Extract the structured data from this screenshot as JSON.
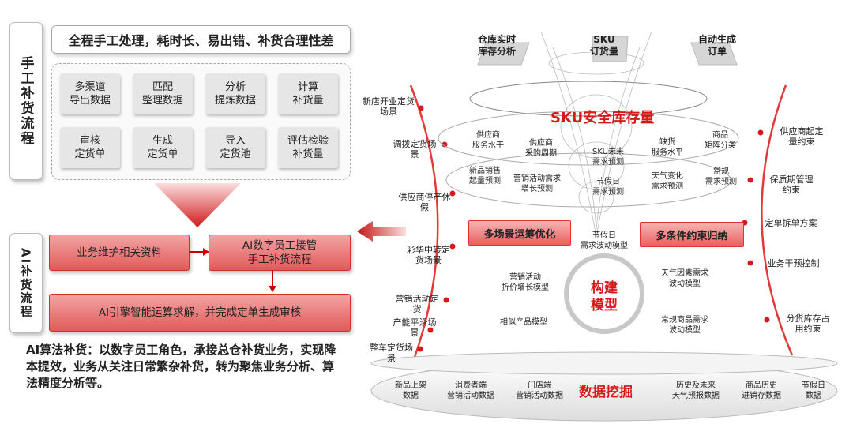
{
  "left": {
    "manual_label": "手工补货流程",
    "problem_bar": "全程手工处理，耗时长、易出错、补货合理性差",
    "cells": [
      "多渠道\n导出数据",
      "匹配\n整理数据",
      "分析\n提炼数据",
      "计算\n补货量",
      "审核\n定货单",
      "生成\n定货单",
      "导入\n定货池",
      "评估检验\n补货量"
    ],
    "ai_label": "AI补货流程",
    "box_maintain": "业务维护相关资料",
    "box_digital": "AI数字员工接管\n手工补货流程",
    "box_engine": "AI引擎智能运算求解，并完成定单生成审核",
    "note": "AI算法补货：以数字员工角色，承接总仓补货业务，实现降本提效，业务从关注日常繁杂补货，转为聚焦业务分析、算法精度分析等。"
  },
  "right": {
    "top_heads": [
      "仓库实时\n库存分析",
      "SKU\n订货量",
      "自动生成\n订单"
    ],
    "sku_title": "SKU安全库存量",
    "sku_items": [
      "供应商\n服务水平",
      "供应商\n采购周期",
      "SKU未来\n需求预测",
      "缺货\n服务水平",
      "商品\n矩阵分类",
      "新品销售\n起量预测",
      "营销活动需求\n增长预测",
      "节假日\n需求预测",
      "天气变化\n需求预测",
      "常规\n需求预测"
    ],
    "left_scenarios": [
      "新店开业定货\n场景",
      "调拨定货场\n景",
      "供应商停产休\n假",
      "彩华中转定\n货场景",
      "营销活动定\n货",
      "产能平滑场\n景",
      "整车定货场\n景"
    ],
    "right_constraints": [
      "供应商起定\n量约束",
      "保质期管理\n约束",
      "定单拆单方案",
      "业务干预控制",
      "分货库存占\n用约束"
    ],
    "pill_left": "多场景运筹优化",
    "pill_right": "多条件约束归纳",
    "model_title": "构建\n模型",
    "models": [
      "节假日\n需求波动模型",
      "营销活动\n折价增长模型",
      "天气因素需求\n波动模型",
      "相似产品模型",
      "常规商品需求\n波动模型"
    ],
    "mining_title": "数据挖掘",
    "data_items": [
      "新品上架\n数据",
      "消费者端\n营销活动数据",
      "门店端\n营销活动数据",
      "历史及未来\n天气预报数据",
      "商品历史\n进销存数据",
      "节假日\n数据"
    ],
    "colors": {
      "accent": "#d61a1a",
      "pill": "#e9605f"
    }
  }
}
